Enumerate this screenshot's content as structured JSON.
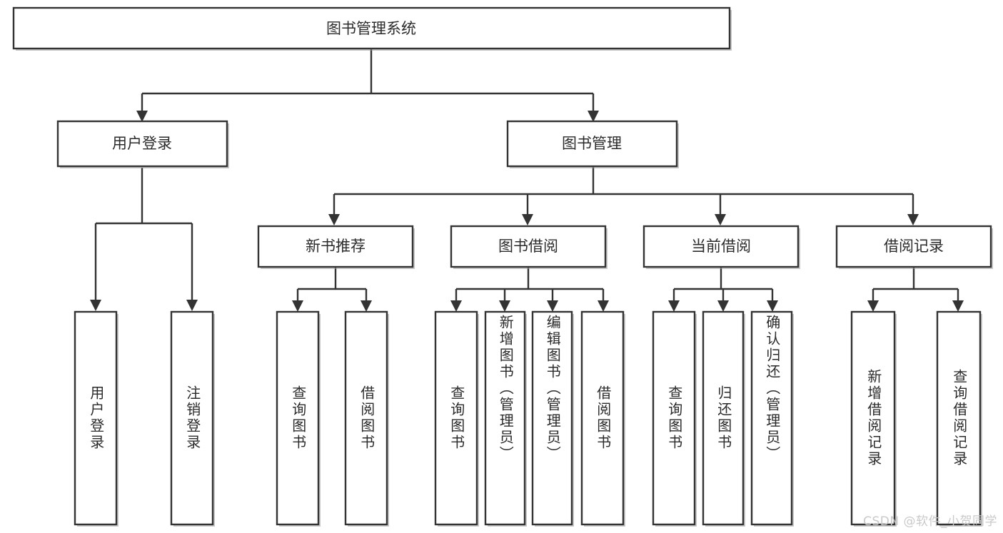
{
  "diagram": {
    "kind": "function-tree",
    "title": "图书管理系统",
    "watermark": "CSDN @软件_小贺同学",
    "colors": {
      "stroke": "#333333",
      "fill": "#ffffff",
      "text": "#2b2b2b",
      "watermark": "#c9c9c9",
      "background": "#ffffff"
    },
    "root": {
      "label": "图书管理系统"
    },
    "level2": [
      {
        "label": "用户登录"
      },
      {
        "label": "图书管理"
      }
    ],
    "level3": [
      {
        "label": "新书推荐"
      },
      {
        "label": "图书借阅"
      },
      {
        "label": "当前借阅"
      },
      {
        "label": "借阅记录"
      }
    ],
    "leaves": {
      "user_login": [
        {
          "label": "用户登录"
        },
        {
          "label": "注销登录"
        }
      ],
      "new_book_recommend": [
        {
          "label": "查询图书"
        },
        {
          "label": "借阅图书"
        }
      ],
      "book_borrow": [
        {
          "label": "查询图书"
        },
        {
          "label": "新增图书（管理员）"
        },
        {
          "label": "编辑图书（管理员）"
        },
        {
          "label": "借阅图书"
        }
      ],
      "current_borrow": [
        {
          "label": "查询图书"
        },
        {
          "label": "归还图书"
        },
        {
          "label": "确认归还（管理员）"
        }
      ],
      "borrow_record": [
        {
          "label": "新增借阅记录"
        },
        {
          "label": "查询借阅记录"
        }
      ]
    }
  }
}
